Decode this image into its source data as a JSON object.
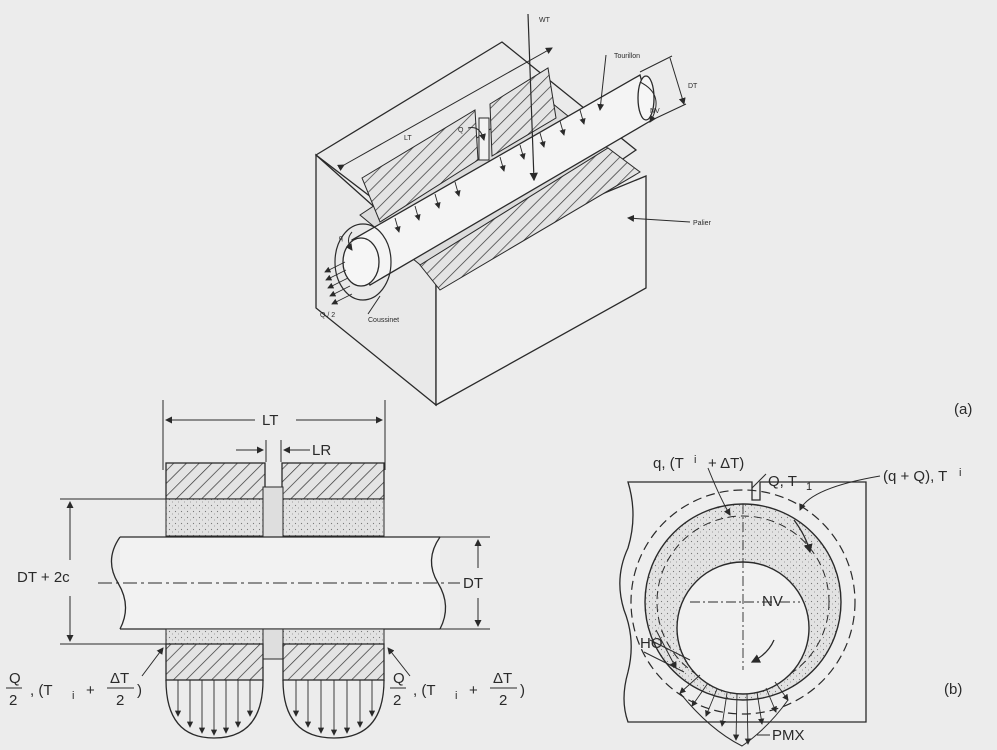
{
  "top": {
    "labels": {
      "wt": "WT",
      "tourillon": "Tourillon",
      "dt": "DT",
      "nv": "NV",
      "q_big": "Q",
      "lt": "LT",
      "q_small": "q",
      "palier": "Palier",
      "q_half": "Q / 2",
      "coussinet": "Coussinet"
    }
  },
  "panel_tags": {
    "a": "(a)",
    "b": "(b)"
  },
  "section": {
    "labels": {
      "lt": "LT",
      "lr": "LR",
      "dt2c": "DT + 2c",
      "dt": "DT",
      "q_num": "Q",
      "two": "2",
      "comma_ti": ", (T",
      "i_sub": "i",
      "plus": "+",
      "delta_t": "ΔT",
      "close": ")"
    }
  },
  "end_view": {
    "labels": {
      "q_ti": "q, (T",
      "i_sup": "i",
      "plus_dt": "+ ΔT)",
      "q_t1": "Q, T",
      "one": "1",
      "qQ_ti": "(q + Q), T",
      "i_sup2": "i",
      "nv": "NV",
      "ho": "HO",
      "pmx": "PMX"
    }
  }
}
